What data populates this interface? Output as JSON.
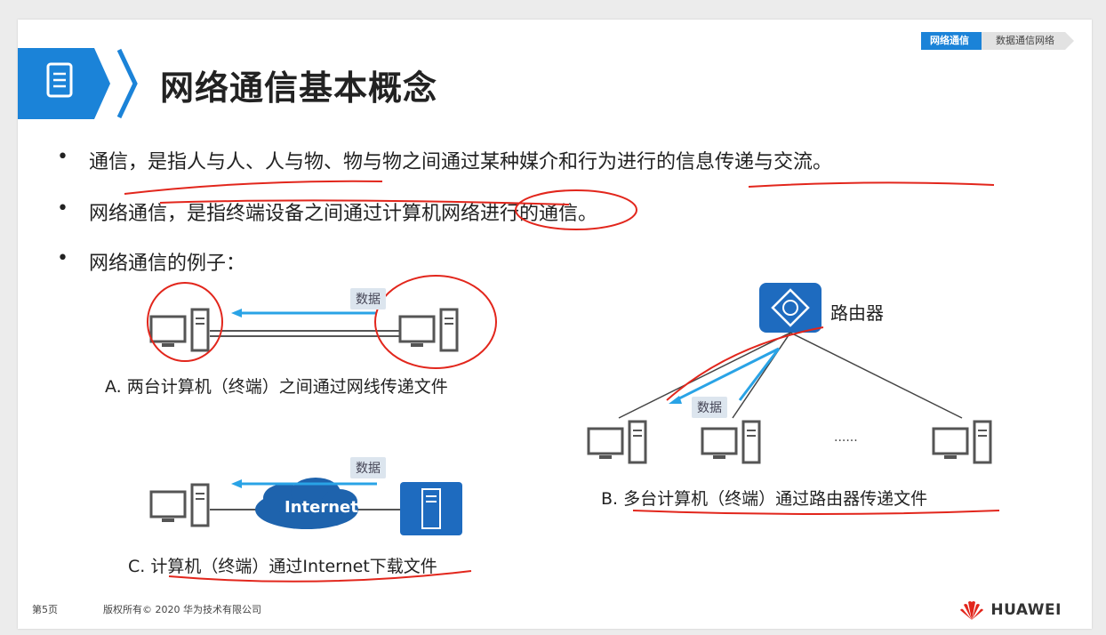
{
  "breadcrumb": {
    "active": "网络通信",
    "next": "数据通信网络"
  },
  "title": "网络通信基本概念",
  "bullets": [
    "通信，是指人与人、人与物、物与物之间通过某种媒介和行为进行的信息传递与交流。",
    "网络通信，是指终端设备之间通过计算机网络进行的通信。",
    "网络通信的例子："
  ],
  "diagram": {
    "data_tag": "数据",
    "router_label": "路由器",
    "internet_label": "Internet",
    "dots": "......",
    "caption_a": "A. 两台计算机（终端）之间通过网线传递文件",
    "caption_b": "B. 多台计算机（终端）通过路由器传递文件",
    "caption_c": "C. 计算机（终端）通过Internet下载文件"
  },
  "footer": {
    "page": "第5页",
    "copyright": "版权所有© 2020 华为技术有限公司",
    "brand": "HUAWEI"
  },
  "colors": {
    "accent": "#1b83d8",
    "annotation": "#e2261c",
    "data_arrow": "#29a3e6"
  }
}
